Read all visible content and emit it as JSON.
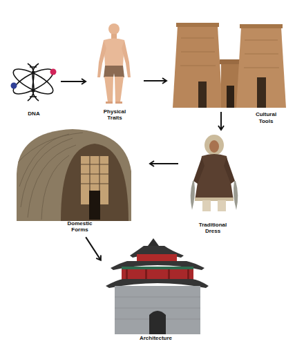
{
  "diagram": {
    "nodes": [
      {
        "text": [
          "DNA"
        ]
      },
      {
        "text": [
          "Physical Traits"
        ]
      },
      {
        "text": [
          "Cultural Tools"
        ]
      },
      {
        "text": [
          "Traditional Dress"
        ]
      },
      {
        "text": [
          "Domestic Forms"
        ]
      },
      {
        "text": [
          "Architecture"
        ]
      }
    ],
    "edges": [
      {
        "from": 0,
        "to": 1,
        "arrow": "to"
      },
      {
        "from": 1,
        "to": 2,
        "arrow": "to"
      },
      {
        "from": 2,
        "to": 3,
        "arrow": "to"
      },
      {
        "from": 3,
        "to": 4,
        "arrow": "to"
      },
      {
        "from": 4,
        "to": 5,
        "arrow": "to"
      }
    ]
  }
}
